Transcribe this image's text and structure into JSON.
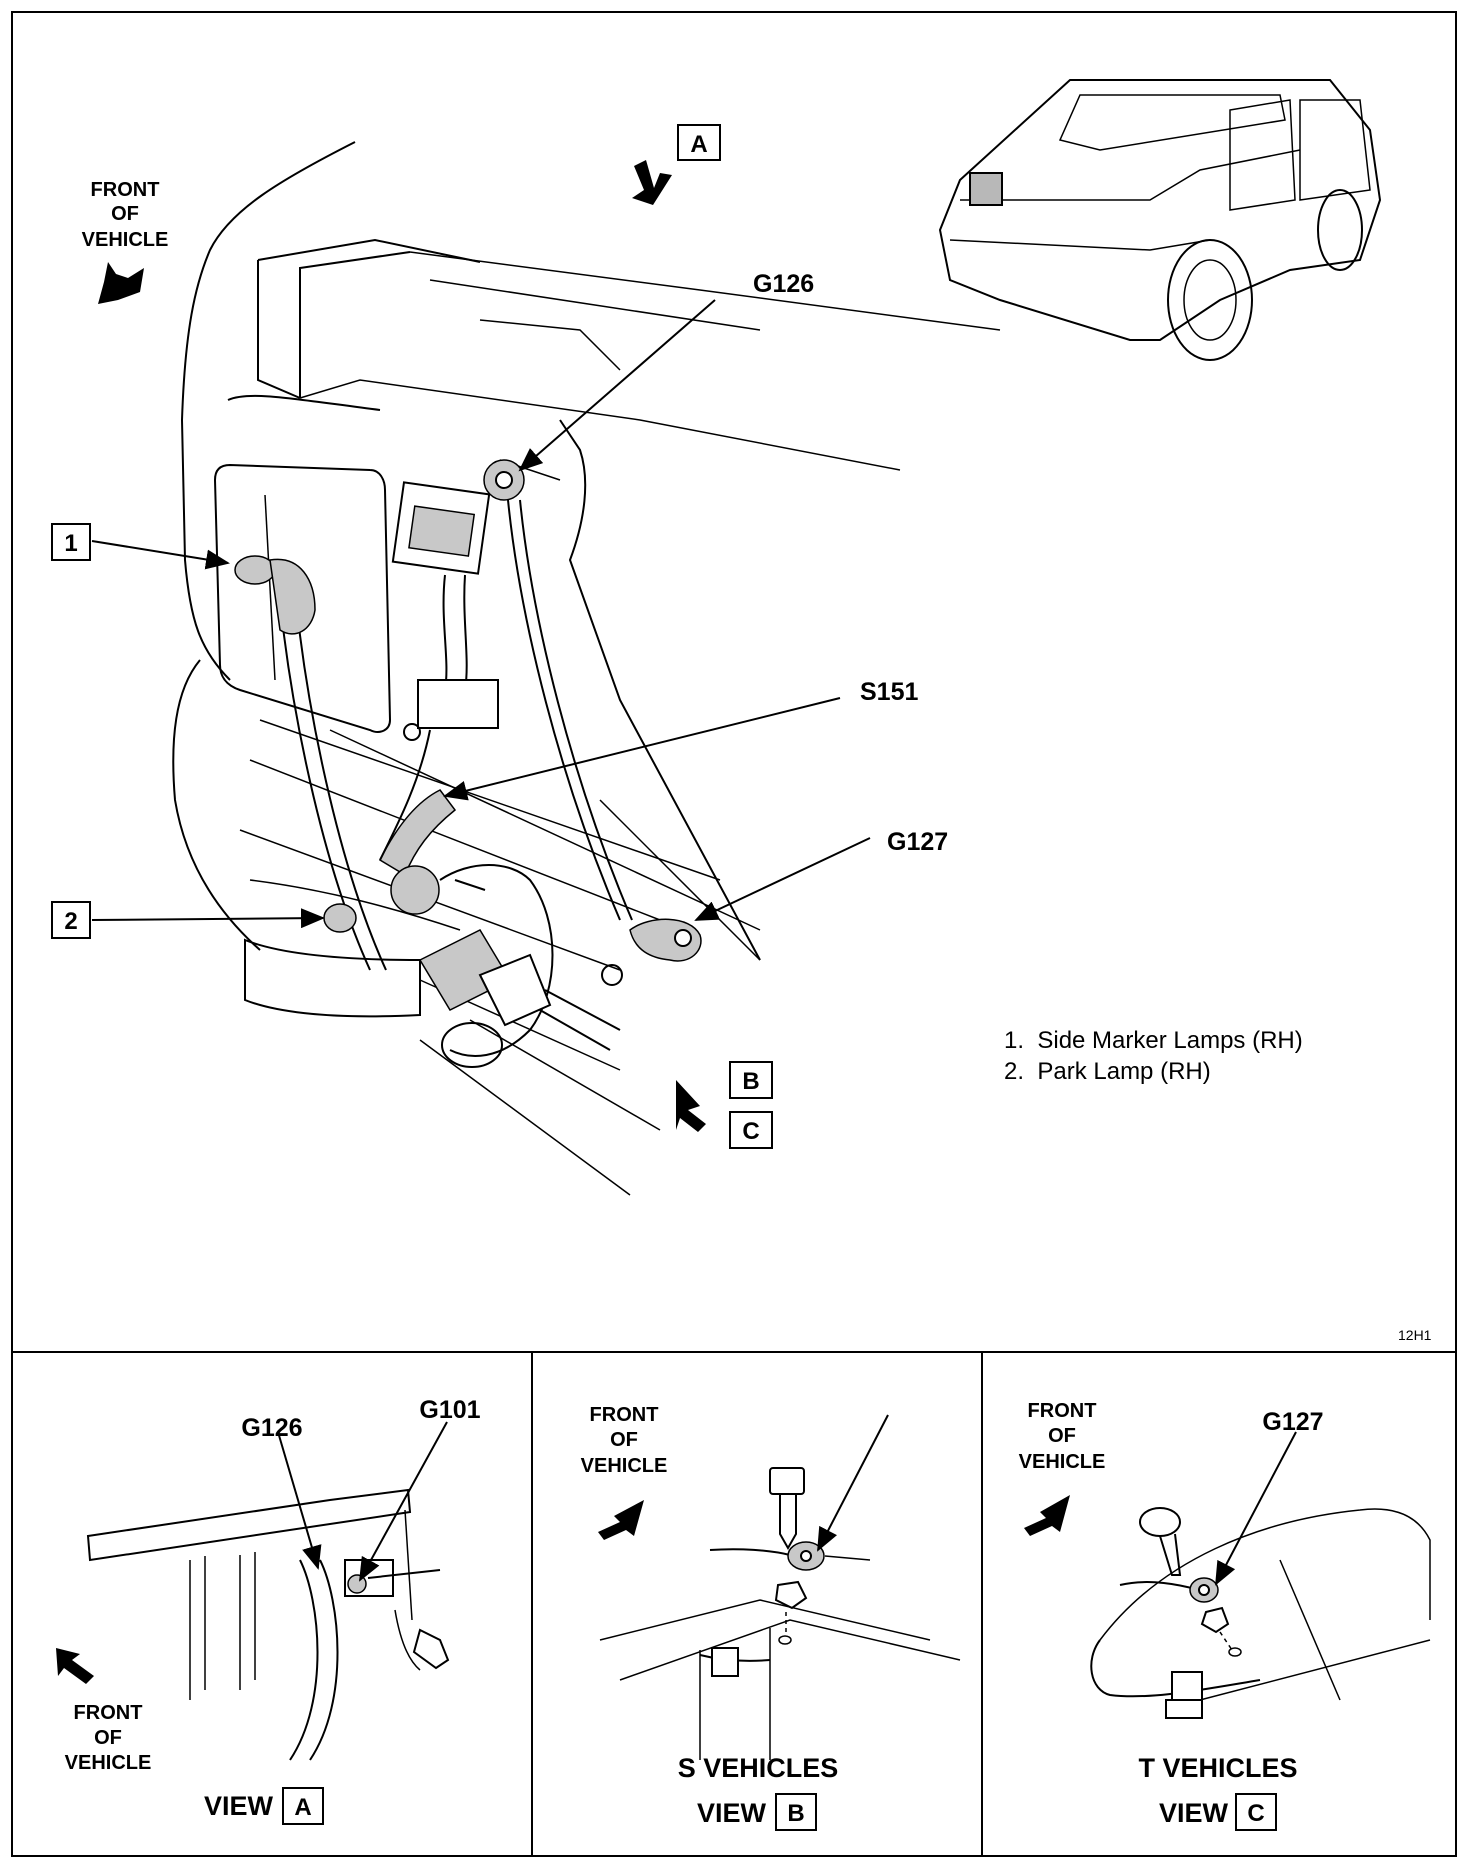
{
  "main": {
    "front_of_vehicle": [
      "FRONT",
      "OF",
      "VEHICLE"
    ],
    "view_markers": [
      "A",
      "B",
      "C"
    ],
    "callouts": {
      "g126": "G126",
      "s151": "S151",
      "g127": "G127",
      "item1": "1",
      "item2": "2"
    },
    "legend": [
      "1.  Side Marker Lamps (RH)",
      "2.  Park Lamp (RH)"
    ],
    "figure_code": "12H1"
  },
  "panels": {
    "view_a": {
      "labels": [
        "G126",
        "G101"
      ],
      "front_of_vehicle": [
        "FRONT",
        "OF",
        "VEHICLE"
      ],
      "view_word": "VIEW",
      "view_letter": "A"
    },
    "view_b": {
      "front_of_vehicle": [
        "FRONT",
        "OF",
        "VEHICLE"
      ],
      "heading": "S VEHICLES",
      "view_word": "VIEW",
      "view_letter": "B"
    },
    "view_c": {
      "front_of_vehicle": [
        "FRONT",
        "OF",
        "VEHICLE"
      ],
      "labels": [
        "G127"
      ],
      "heading": "T VEHICLES",
      "view_word": "VIEW",
      "view_letter": "C"
    }
  }
}
